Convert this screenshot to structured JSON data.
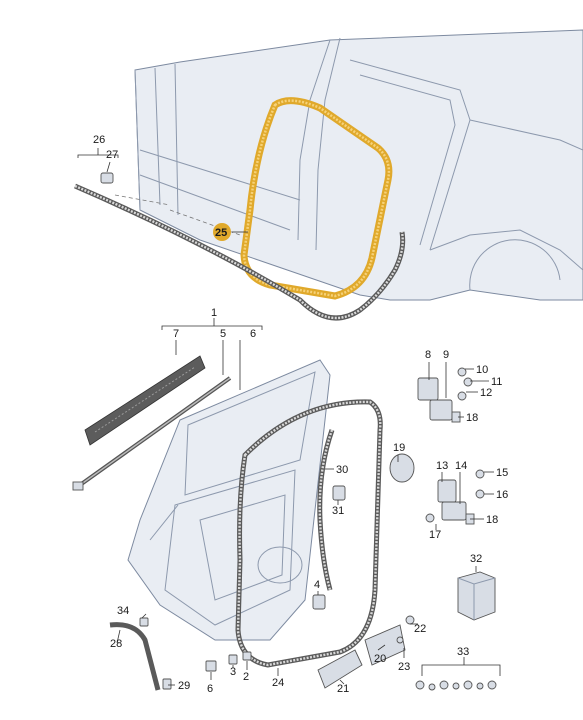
{
  "callouts": {
    "c1": "1",
    "c3": "3",
    "c2": "2",
    "c4": "4",
    "c5": "5",
    "c6": "6",
    "c7": "7",
    "c8": "8",
    "c9": "9",
    "c10": "10",
    "c11": "11",
    "c12": "12",
    "c13": "13",
    "c14": "14",
    "c15": "15",
    "c16": "16",
    "c17": "17",
    "c18a": "18",
    "c18b": "18",
    "c19": "19",
    "c20": "20",
    "c21": "21",
    "c22": "22",
    "c23": "23",
    "c24": "24",
    "c25": "25",
    "c26": "26",
    "c27": "27",
    "c28": "28",
    "c29": "29",
    "c30": "30",
    "c31": "31",
    "c32": "32",
    "c33": "33",
    "c34": "34"
  },
  "highlight": {
    "part": "25",
    "color": "#e0a92b"
  }
}
